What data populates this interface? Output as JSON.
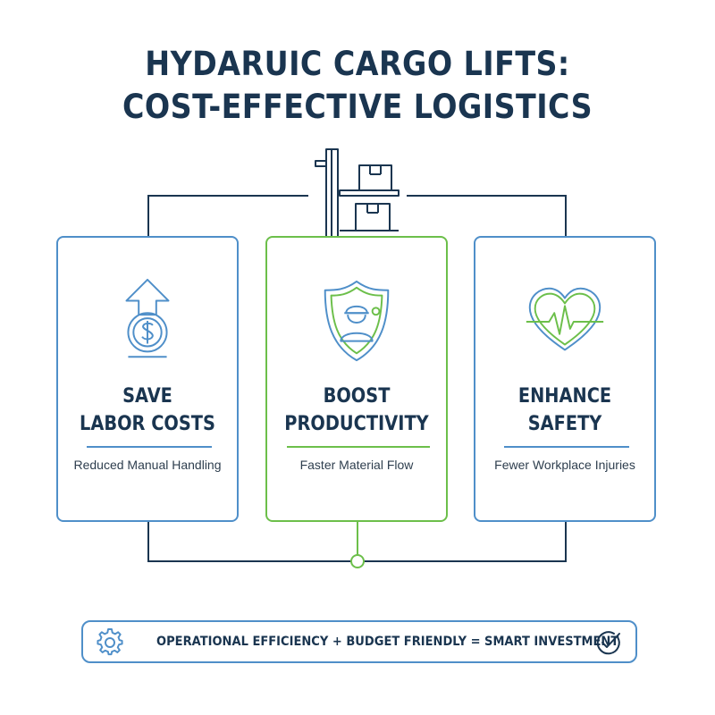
{
  "title": {
    "line1": "HYDARUIC CARGO LIFTS:",
    "line2": "COST-EFFECTIVE LOGISTICS"
  },
  "hub_icon": "hydraulic-lift-with-boxes-icon",
  "cards": [
    {
      "heading_line1": "SAVE",
      "heading_line2": "LABOR COSTS",
      "subtitle": "Reduced Manual Handling",
      "icon": "dollar-arrow-up-icon",
      "accent": "#4f8fc9"
    },
    {
      "heading_line1": "BOOST",
      "heading_line2": "PRODUCTIVITY",
      "subtitle": "Faster Material Flow",
      "icon": "worker-shield-icon",
      "accent": "#6cbf4a"
    },
    {
      "heading_line1": "ENHANCE",
      "heading_line2": "SAFETY",
      "subtitle": "Fewer Workplace Injuries",
      "icon": "heart-pulse-icon",
      "accent": "#4f8fc9"
    }
  ],
  "banner": {
    "text": "OPERATIONAL EFFICIENCY + BUDGET FRIENDLY = SMART INVESTMENT",
    "left_icon": "gear-icon",
    "right_icon": "check-circle-icon"
  },
  "colors": {
    "navy": "#1a3550",
    "blue": "#4f8fc9",
    "green": "#6cbf4a"
  }
}
